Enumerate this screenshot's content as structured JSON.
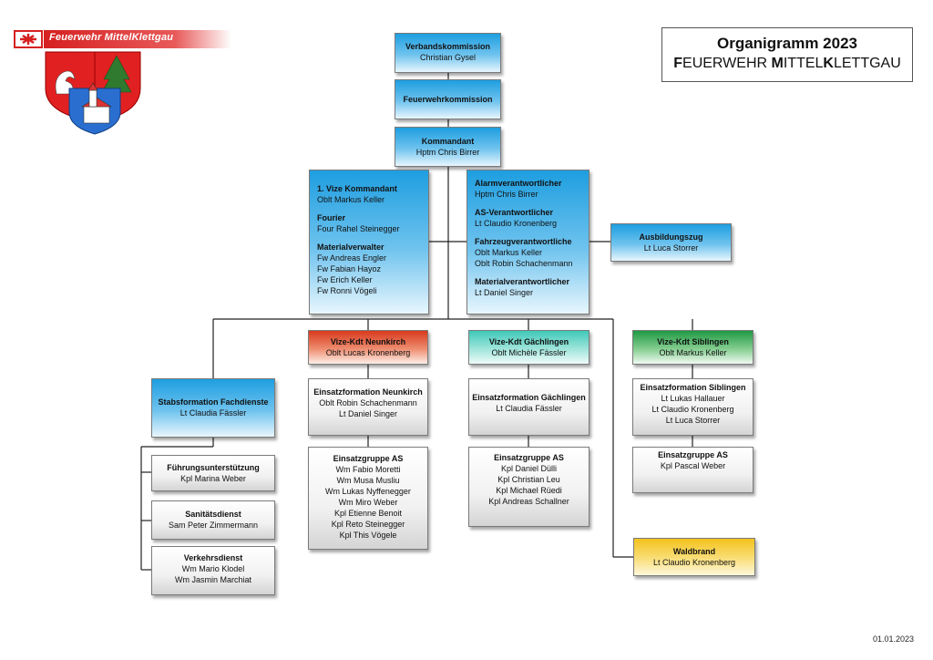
{
  "brand": {
    "name": "Feuerwehr MittelKlettgau",
    "logo_icon": "fire-brigade-logo-icon",
    "crest_icon": "coat-of-arms-icon"
  },
  "title": {
    "line1": "Organigramm 2023",
    "line2_parts": [
      "F",
      "EUERWEHR ",
      "M",
      "ITTEL",
      "K",
      "LETTGAU"
    ]
  },
  "date": "01.01.2023",
  "colors": {
    "blue": "#1e9ee0",
    "red": "#d8391c",
    "teal": "#3ec9b9",
    "green": "#1f9a43",
    "yellow": "#f3c21c",
    "grey": "#e6e6e6"
  },
  "nodes": {
    "verbandskommission": {
      "title": "Verbandskommission",
      "members": [
        "Christian Gysel"
      ]
    },
    "feuerwehrkommission": {
      "title": "Feuerwehrkommission"
    },
    "kommandant": {
      "title": "Kommandant",
      "members": [
        "Hptm Chris Birrer"
      ]
    },
    "stab_left": [
      {
        "title": "1. Vize Kommandant",
        "members": [
          "Oblt Markus Keller"
        ]
      },
      {
        "title": "Fourier",
        "members": [
          "Four Rahel Steinegger"
        ]
      },
      {
        "title": "Materialverwalter",
        "members": [
          "Fw Andreas Engler",
          "Fw Fabian Hayoz",
          "Fw Erich Keller",
          "Fw Ronni Vögeli"
        ]
      }
    ],
    "stab_right": [
      {
        "title": "Alarmverantwortlicher",
        "members": [
          "Hptm Chris Birrer"
        ]
      },
      {
        "title": "AS-Verantwortlicher",
        "members": [
          "Lt Claudio Kronenberg"
        ]
      },
      {
        "title": "Fahrzeugverantwortliche",
        "members": [
          "Oblt Markus Keller",
          "Oblt Robin Schachenmann"
        ]
      },
      {
        "title": "Materialverantwortlicher",
        "members": [
          "Lt Daniel Singer"
        ]
      }
    ],
    "ausbildungszug": {
      "title": "Ausbildungszug",
      "members": [
        "Lt Luca Storrer"
      ]
    },
    "stabsformation": {
      "title": "Stabsformation Fachdienste",
      "members": [
        "Lt Claudia Fässler"
      ]
    },
    "fuehrung": {
      "title": "Führungsunterstützung",
      "members": [
        "Kpl Marina Weber"
      ]
    },
    "sanitaet": {
      "title": "Sanitätsdienst",
      "members": [
        "Sam Peter Zimmermann"
      ]
    },
    "verkehr": {
      "title": "Verkehrsdienst",
      "members": [
        "Wm Mario Klodel",
        "Wm Jasmin Marchiat"
      ]
    },
    "neunkirch": {
      "title": "Vize-Kdt Neunkirch",
      "members": [
        "Oblt Lucas Kronenberg"
      ]
    },
    "ef_neunkirch": {
      "title": "Einsatzformation Neunkirch",
      "members": [
        "Oblt Robin Schachenmann",
        "Lt Daniel Singer"
      ]
    },
    "eg_neunkirch": {
      "title": "Einsatzgruppe  AS",
      "members": [
        "Wm Fabio Moretti",
        "Wm Musa  Musliu",
        "Wm Lukas  Nyffenegger",
        "Wm Miro Weber",
        "Kpl Etienne Benoit",
        "Kpl Reto Steinegger",
        "Kpl This Vögele"
      ]
    },
    "gaechlingen": {
      "title": "Vize-Kdt Gächlingen",
      "members": [
        "Oblt Michèle Fässler"
      ]
    },
    "ef_gaechlingen": {
      "title": "Einsatzformation Gächlingen",
      "members": [
        "Lt Claudia Fässler"
      ]
    },
    "eg_gaechlingen": {
      "title": "Einsatzgruppe  AS",
      "members": [
        "Kpl Daniel Dülli",
        "Kpl Christian Leu",
        "Kpl Michael Rüedi",
        "Kpl Andreas Schallner"
      ]
    },
    "siblingen": {
      "title": "Vize-Kdt Siblingen",
      "members": [
        "Oblt Markus Keller"
      ]
    },
    "ef_siblingen": {
      "title": "Einsatzformation Siblingen",
      "members": [
        "Lt Lukas Hallauer",
        "Lt Claudio Kronenberg",
        "Lt Luca Storrer"
      ]
    },
    "eg_siblingen": {
      "title": "Einsatzgruppe  AS",
      "members": [
        "Kpl Pascal Weber"
      ]
    },
    "waldbrand": {
      "title": "Waldbrand",
      "members": [
        "Lt Claudio Kronenberg"
      ]
    }
  }
}
